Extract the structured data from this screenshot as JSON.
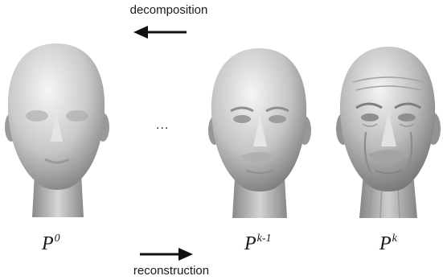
{
  "labels": {
    "top": "decomposition",
    "bottom": "reconstruction",
    "ellipsis": "..."
  },
  "captions": [
    {
      "base": "P",
      "sup": "0"
    },
    {
      "base": "P",
      "sup": "k-1"
    },
    {
      "base": "P",
      "sup": "k"
    }
  ],
  "colors": {
    "text": "#1a1a1a",
    "head_light": "#f2f2f2",
    "head_dark": "#8a8a8a"
  },
  "icons": [
    "arrow-left-icon",
    "arrow-right-icon"
  ]
}
